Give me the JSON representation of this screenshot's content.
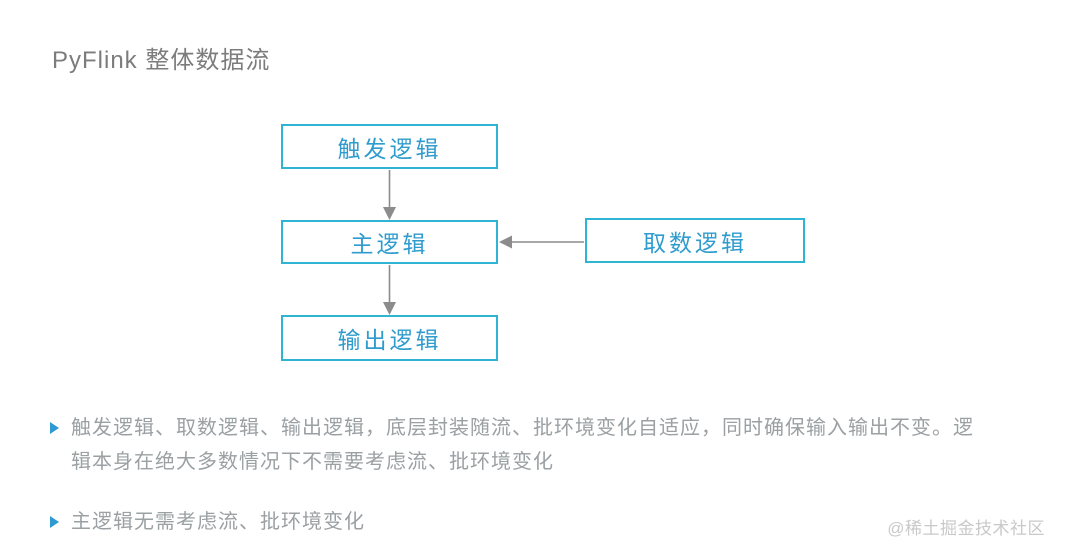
{
  "title": "PyFlink 整体数据流",
  "diagram": {
    "nodes": [
      {
        "id": "trigger",
        "label": "触发逻辑"
      },
      {
        "id": "main",
        "label": "主逻辑"
      },
      {
        "id": "fetch",
        "label": "取数逻辑"
      },
      {
        "id": "output",
        "label": "输出逻辑"
      }
    ],
    "edges": [
      {
        "from": "trigger",
        "to": "main",
        "direction": "down"
      },
      {
        "from": "main",
        "to": "output",
        "direction": "down"
      },
      {
        "from": "fetch",
        "to": "main",
        "direction": "left"
      }
    ],
    "colors": {
      "node_border": "#2fb4d4",
      "node_text": "#2f9ccd",
      "arrow": "#8c8c8c"
    }
  },
  "bullets": [
    "触发逻辑、取数逻辑、输出逻辑，底层封装随流、批环境变化自适应，同时确保输入输出不变。逻辑本身在绝大多数情况下不需要考虑流、批环境变化",
    "主逻辑无需考虑流、批环境变化"
  ],
  "watermark": "@稀土掘金技术社区",
  "bullet_marker_color": "#2f9ad2"
}
